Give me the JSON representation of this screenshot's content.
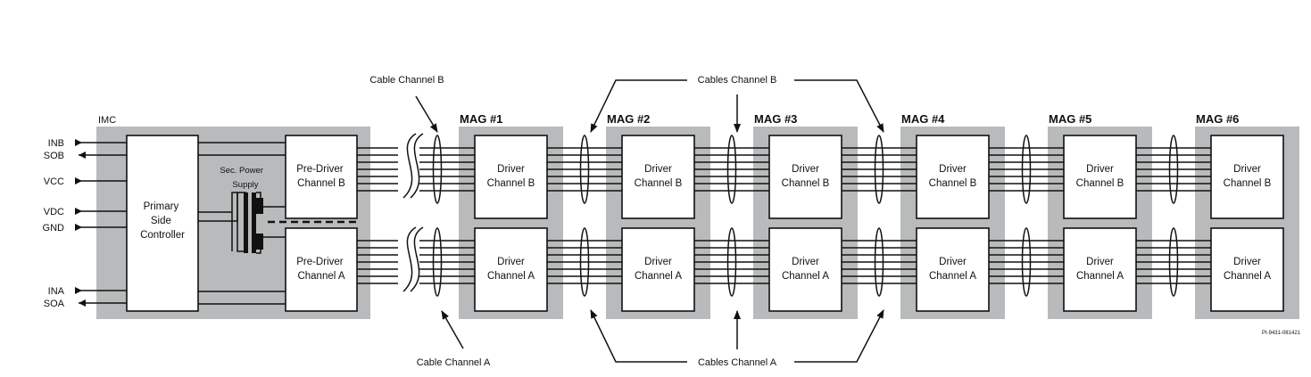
{
  "imc": {
    "title": "IMC",
    "signals": [
      "INB",
      "SOB",
      "VCC",
      "VDC",
      "GND",
      "INA",
      "SOA"
    ],
    "controller_lines": [
      "Primary",
      "Side",
      "Controller"
    ],
    "power_supply_lines": [
      "Sec. Power",
      "Supply"
    ],
    "predriver_b_lines": [
      "Pre-Driver",
      "Channel B"
    ],
    "predriver_a_lines": [
      "Pre-Driver",
      "Channel A"
    ]
  },
  "mags": [
    {
      "label": "MAG #1"
    },
    {
      "label": "MAG #2"
    },
    {
      "label": "MAG #3"
    },
    {
      "label": "MAG #4"
    },
    {
      "label": "MAG #5"
    },
    {
      "label": "MAG #6"
    }
  ],
  "driver_b_lines": [
    "Driver",
    "Channel B"
  ],
  "driver_a_lines": [
    "Driver",
    "Channel A"
  ],
  "callouts": {
    "cable_b": "Cable Channel B",
    "cable_a": "Cable Channel A",
    "cables_b": "Cables Channel B",
    "cables_a": "Cables Channel A"
  },
  "figure_id": "PI-9431-081421",
  "colors": {
    "panel": "#b8babb",
    "line": "#111111",
    "block": "#ffffff"
  }
}
